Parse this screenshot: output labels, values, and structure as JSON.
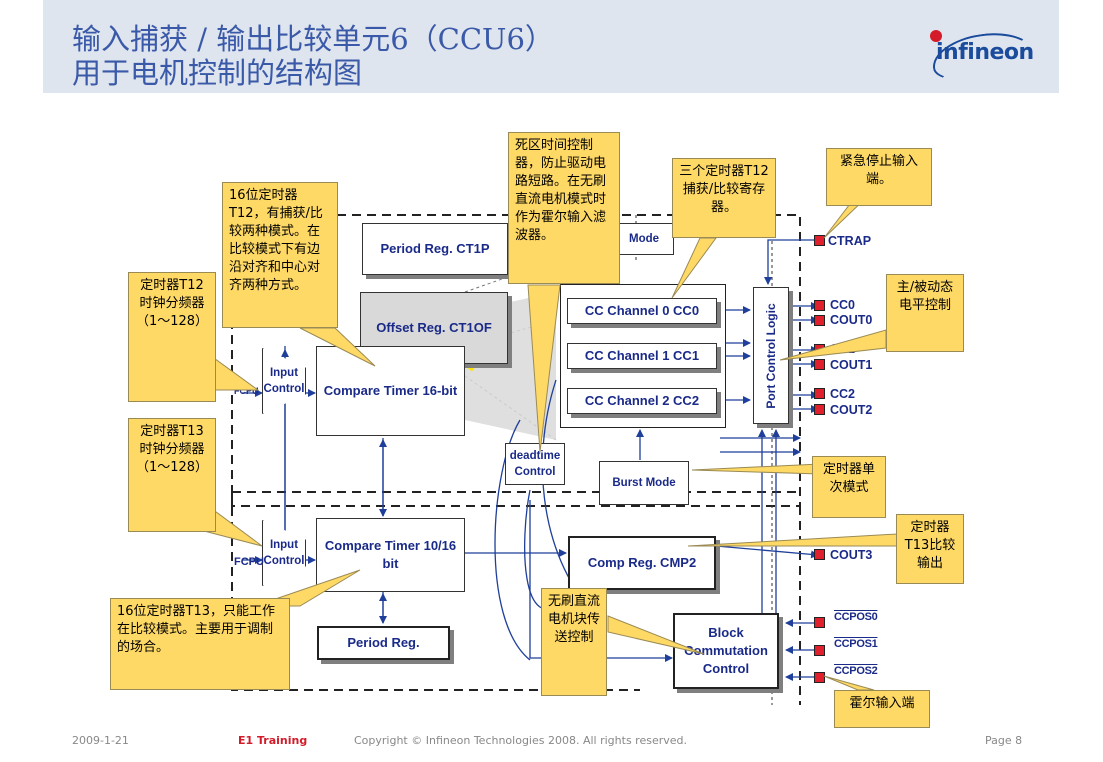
{
  "header": {
    "title_line1": "输入捕获 / 输出比较单元6（CCU6）",
    "title_line2": "用于电机控制的结构图",
    "logo_text": "infineon",
    "brand_color": "#1a4b9c"
  },
  "blocks": {
    "period_reg_ct1p": "Period Reg. CT1P",
    "offset_reg": "Offset Reg. CT1OF",
    "compare_timer_16": "Compare Timer 16-bit",
    "input_control_1": "Input Control",
    "input_control_2": "Input Control",
    "mode": "Mode",
    "cc0": "CC Channel 0 CC0",
    "cc1": "CC Channel 1 CC1",
    "cc2": "CC Channel 2 CC2",
    "port_control_logic": "Port Control Logic",
    "deadtime_control": "deadtime Control",
    "burst_mode": "Burst Mode",
    "compare_timer_1016": "Compare Timer 10/16 bit",
    "comp_reg_cmp2": "Comp Reg. CMP2",
    "period_reg_2": "Period Reg.",
    "block_commutation": "Block Commutation Control",
    "fcpu_1": "FCPU",
    "fcpu_2": "FCPU"
  },
  "pins": {
    "ctrap": "CTRAP",
    "cc0": "CC0",
    "cout0": "COUT0",
    "cc1": "CC1",
    "cout1": "COUT1",
    "cc2": "CC2",
    "cout2": "COUT2",
    "cout3": "COUT3",
    "ccpos0": "CCPOS0",
    "ccpos1": "CCPOS1",
    "ccpos2": "CCPOS2"
  },
  "callouts": {
    "t12_modes": "16位定时器T12，有捕获/比较两种模式。在比较模式下有边沿对齐和中心对齐两种方式。",
    "t12_prescaler": "定时器T12时钟分频器（1～128）",
    "t13_prescaler": "定时器T13时钟分频器（1～128）",
    "t13_desc": "16位定时器T13，只能工作在比较模式。主要用于调制的场合。",
    "deadtime": "死区时间控制器，防止驱动电路短路。在无刷直流电机模式时作为霍尔输入滤波器。",
    "three_timers": "三个定时器T12捕获/比较寄存器。",
    "emergency": "紧急停止输入端。",
    "master_slave": "主/被动态电平控制",
    "single_shot": "定时器单次模式",
    "t13_compare": "定时器T13比较输出",
    "bldc": "无刷直流电机块传送控制",
    "hall": "霍尔输入端"
  },
  "footer": {
    "date": "2009-1-21",
    "training": "E1 Training",
    "copyright": "Copyright © Infineon Technologies 2008. All rights reserved.",
    "page": "Page 8"
  },
  "colors": {
    "header_band": "#dfe5ee",
    "callout": "#ffd966",
    "pin": "#e0202c",
    "diagram_text": "#1a2a88"
  }
}
